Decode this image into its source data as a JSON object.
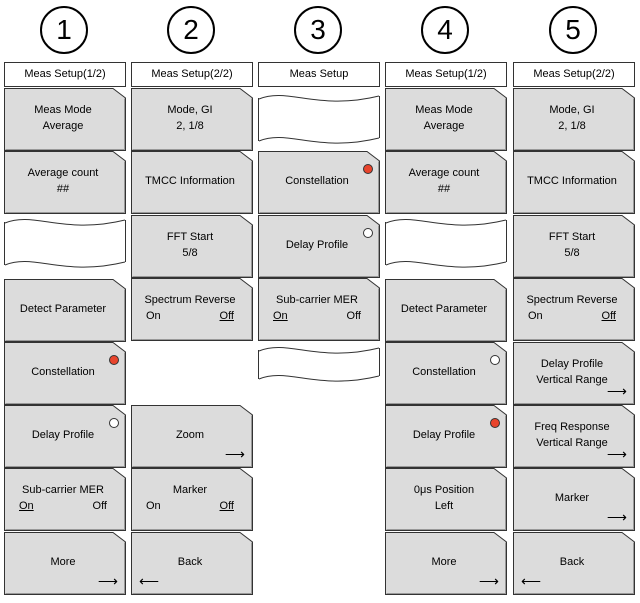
{
  "circles": [
    "1",
    "2",
    "3",
    "4",
    "5"
  ],
  "panels": [
    {
      "header": "Meas Setup(1/2)",
      "keys": [
        {
          "line1": "Meas Mode",
          "line2": "Average"
        },
        {
          "line1": "Average count",
          "line2": "##"
        },
        {
          "line1": "Detect Parameter"
        },
        {
          "line1": "Constellation",
          "indicator": "on"
        },
        {
          "line1": "Delay Profile",
          "indicator": "off"
        },
        {
          "line1": "Sub-carrier MER",
          "left": "On",
          "right": "Off",
          "underlined": "left"
        },
        {
          "line1": "More",
          "arrow": "right"
        }
      ]
    },
    {
      "header": "Meas Setup(2/2)",
      "keys": [
        {
          "line1": "Mode, GI",
          "line2": "2, 1/8"
        },
        {
          "line1": "TMCC Information"
        },
        {
          "line1": "FFT Start",
          "line2": "5/8"
        },
        {
          "line1": "Spectrum Reverse",
          "left": "On",
          "right": "Off",
          "underlined": "right"
        },
        {
          "line1": "Zoom",
          "arrow": "right"
        },
        {
          "line1": "Marker",
          "left": "On",
          "right": "Off",
          "underlined": "right"
        },
        {
          "line1": "Back",
          "arrow": "left"
        }
      ]
    },
    {
      "header": "Meas Setup",
      "keys": [
        {
          "line1": "Constellation",
          "indicator": "on"
        },
        {
          "line1": "Delay Profile",
          "indicator": "off"
        },
        {
          "line1": "Sub-carrier MER",
          "left": "On",
          "right": "Off",
          "underlined": "left"
        }
      ]
    },
    {
      "header": "Meas Setup(1/2)",
      "keys": [
        {
          "line1": "Meas Mode",
          "line2": "Average"
        },
        {
          "line1": "Average count",
          "line2": "##"
        },
        {
          "line1": "Detect Parameter"
        },
        {
          "line1": "Constellation",
          "indicator": "off"
        },
        {
          "line1": "Delay Profile",
          "indicator": "on"
        },
        {
          "line1": "0μs Position",
          "line2": "Left"
        },
        {
          "line1": "More",
          "arrow": "right"
        }
      ]
    },
    {
      "header": "Meas Setup(2/2)",
      "keys": [
        {
          "line1": "Mode, GI",
          "line2": "2, 1/8"
        },
        {
          "line1": "TMCC Information"
        },
        {
          "line1": "FFT Start",
          "line2": "5/8"
        },
        {
          "line1": "Spectrum Reverse",
          "left": "On",
          "right": "Off",
          "underlined": "right"
        },
        {
          "line1": "Delay Profile",
          "line2": "Vertical Range",
          "arrow": "right"
        },
        {
          "line1": "Freq Response",
          "line2": "Vertical Range",
          "arrow": "right"
        },
        {
          "line1": "Marker",
          "arrow": "right"
        },
        {
          "line1": "Back",
          "arrow": "left"
        }
      ]
    }
  ],
  "colors": {
    "key_fill": "#dcdcdc",
    "indicator_on": "#e8442c",
    "indicator_off": "#ffffff"
  }
}
